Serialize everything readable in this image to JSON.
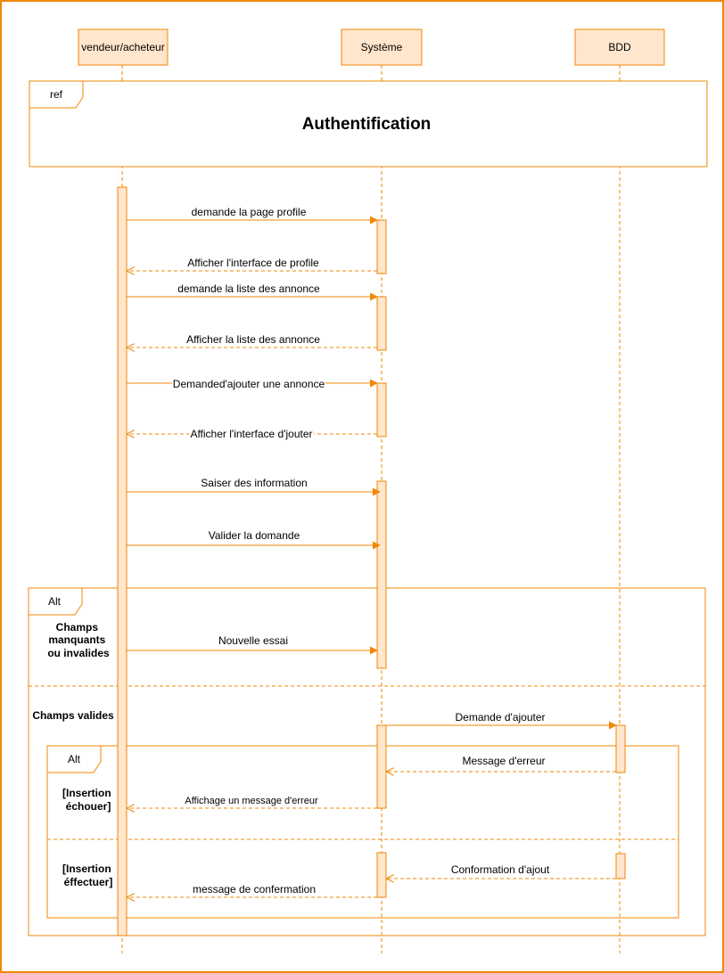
{
  "colors": {
    "stroke": "#F08705",
    "fill": "#FFE6CC",
    "frame": "#F08705",
    "text": "#000000"
  },
  "participants": [
    {
      "id": "user",
      "label": "vendeur/acheteur"
    },
    {
      "id": "sys",
      "label": "Système"
    },
    {
      "id": "db",
      "label": "BDD"
    }
  ],
  "ref_frame": {
    "tag": "ref",
    "title": "Authentification"
  },
  "messages": [
    {
      "label": "demande la page profile",
      "from": "user",
      "to": "sys",
      "kind": "sync"
    },
    {
      "label": "Afficher l'interface de profile",
      "from": "sys",
      "to": "user",
      "kind": "return"
    },
    {
      "label": "demande la liste des annonce",
      "from": "user",
      "to": "sys",
      "kind": "sync"
    },
    {
      "label": "Afficher la liste des annonce",
      "from": "sys",
      "to": "user",
      "kind": "return"
    },
    {
      "label": "Demanded'ajouter une annonce",
      "from": "user",
      "to": "sys",
      "kind": "sync"
    },
    {
      "label": "Afficher l'interface d'jouter",
      "from": "sys",
      "to": "user",
      "kind": "return"
    },
    {
      "label": "Saiser des information",
      "from": "user",
      "to": "sys",
      "kind": "sync"
    },
    {
      "label": "Valider la domande",
      "from": "user",
      "to": "sys",
      "kind": "sync"
    },
    {
      "label": "Nouvelle essai",
      "from": "user",
      "to": "sys",
      "kind": "sync"
    },
    {
      "label": "Demande d'ajouter",
      "from": "sys",
      "to": "db",
      "kind": "sync"
    },
    {
      "label": "Message d'erreur",
      "from": "db",
      "to": "sys",
      "kind": "return"
    },
    {
      "label": "Affichage un message d'erreur",
      "from": "sys",
      "to": "user",
      "kind": "return"
    },
    {
      "label": "Conformation d'ajout",
      "from": "db",
      "to": "sys",
      "kind": "return"
    },
    {
      "label": "message de confermation",
      "from": "sys",
      "to": "user",
      "kind": "return"
    }
  ],
  "alt_outer": {
    "tag": "Alt",
    "guards": [
      {
        "lines": [
          "Champs",
          "manquants",
          "ou invalides"
        ]
      },
      {
        "lines": [
          "Champs valides"
        ]
      }
    ]
  },
  "alt_inner": {
    "tag": "Alt",
    "guards": [
      {
        "lines": [
          "[Insertion",
          "échouer]"
        ]
      },
      {
        "lines": [
          "[Insertion",
          "éffectuer]"
        ]
      }
    ]
  }
}
